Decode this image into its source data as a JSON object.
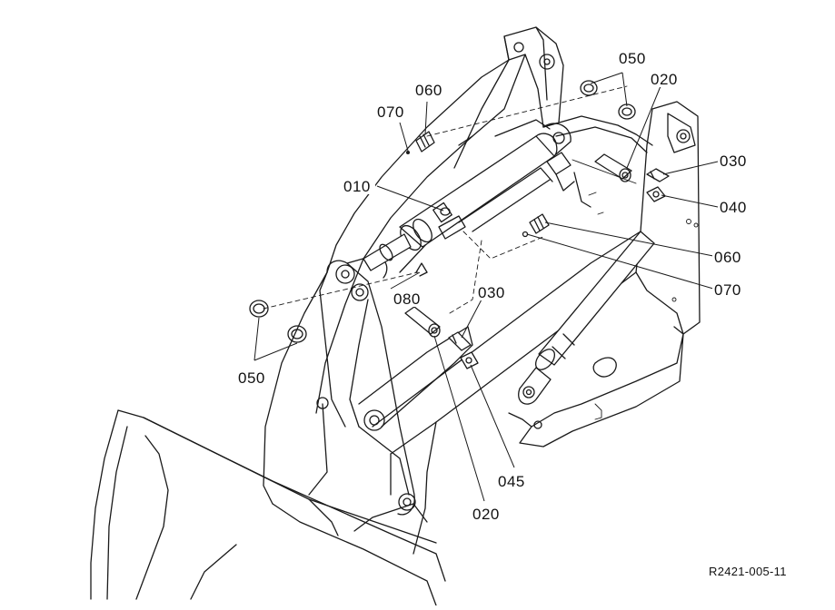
{
  "diagram": {
    "reference": "R2421-005-11",
    "callouts": [
      {
        "id": "c-050-top",
        "text": "050"
      },
      {
        "id": "c-060-top",
        "text": "060"
      },
      {
        "id": "c-020-top",
        "text": "020"
      },
      {
        "id": "c-070-top",
        "text": "070"
      },
      {
        "id": "c-010",
        "text": "010"
      },
      {
        "id": "c-030-right",
        "text": "030"
      },
      {
        "id": "c-040",
        "text": "040"
      },
      {
        "id": "c-060-right",
        "text": "060"
      },
      {
        "id": "c-070-right",
        "text": "070"
      },
      {
        "id": "c-080",
        "text": "080"
      },
      {
        "id": "c-030-mid",
        "text": "030"
      },
      {
        "id": "c-050-left",
        "text": "050"
      },
      {
        "id": "c-045",
        "text": "045"
      },
      {
        "id": "c-020-bottom",
        "text": "020"
      }
    ]
  }
}
